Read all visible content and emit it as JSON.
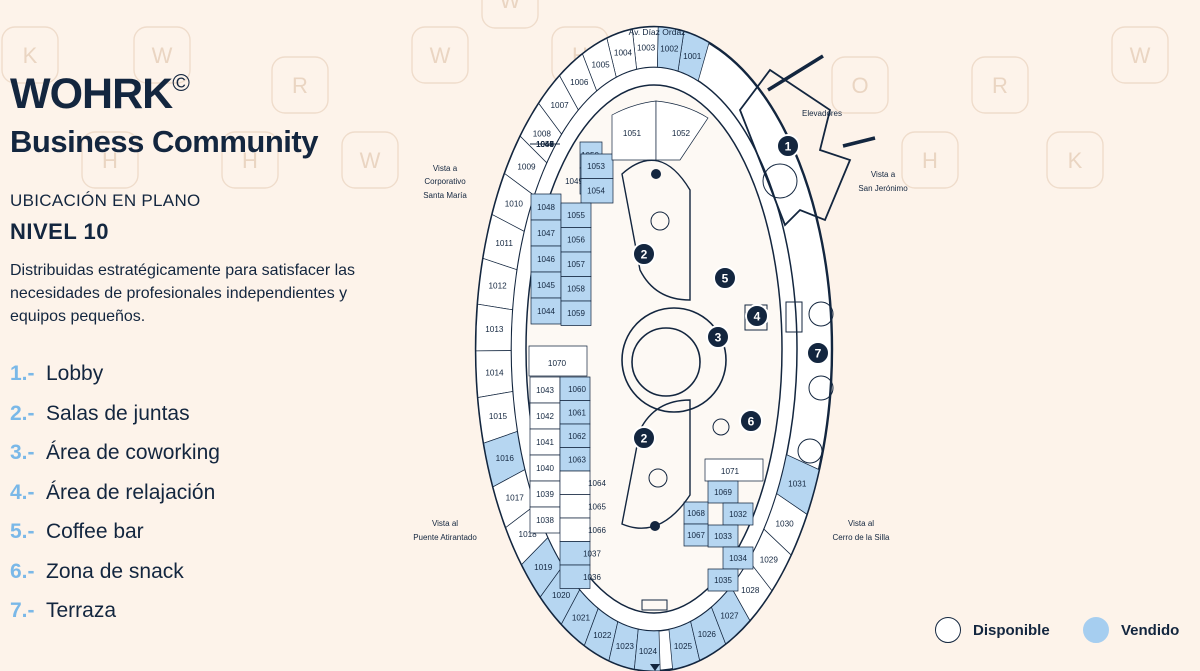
{
  "brand": {
    "name": "WOHRK",
    "mark": "©",
    "subtitle": "Business Community"
  },
  "location_label": "UBICACIÓN EN PLANO",
  "level": "NIVEL 10",
  "description": "Distribuidas estratégicamente para satisfacer las necesidades de profesionales independientes y equipos pequeños.",
  "amenities": [
    {
      "num": "1.-",
      "label": "Lobby"
    },
    {
      "num": "2.-",
      "label": "Salas de juntas"
    },
    {
      "num": "3.-",
      "label": "Área de coworking"
    },
    {
      "num": "4.-",
      "label": "Área de relajación"
    },
    {
      "num": "5.-",
      "label": "Coffee bar"
    },
    {
      "num": "6.-",
      "label": "Zona de snack"
    },
    {
      "num": "7.-",
      "label": "Terraza"
    }
  ],
  "map": {
    "street": "Av. Díaz Ordaz",
    "elevators": "Elevadores",
    "views": {
      "santa_maria": [
        "Vista a",
        "Corporativo",
        "Santa María"
      ],
      "san_jeronimo": [
        "Vista a",
        "San Jerónimo"
      ],
      "puente": [
        "Vista al",
        "Puente Atirantado"
      ],
      "cerro": [
        "Vista al",
        "Cerro de la Silla"
      ]
    },
    "markers": [
      "1",
      "2",
      "2",
      "3",
      "4",
      "5",
      "6",
      "7"
    ],
    "sold_units": [
      "1001",
      "1002",
      "1016",
      "1019",
      "1020",
      "1021",
      "1022",
      "1023",
      "1024",
      "1025",
      "1026",
      "1027",
      "1031",
      "1032",
      "1033",
      "1034",
      "1035",
      "1036",
      "1037",
      "1044",
      "1045",
      "1046",
      "1047",
      "1048",
      "1049",
      "1050",
      "1053",
      "1054",
      "1055",
      "1056",
      "1057",
      "1058",
      "1059",
      "1060",
      "1061",
      "1062",
      "1063",
      "1067",
      "1068",
      "1069"
    ]
  },
  "status_legend": {
    "available": "Disponible",
    "sold": "Vendido"
  },
  "colors": {
    "navy": "#13263f",
    "accent": "#7ab8e8",
    "sold_fill": "#b6d6f1",
    "background": "#fdf3ea",
    "unit_fill": "#ffffff"
  }
}
